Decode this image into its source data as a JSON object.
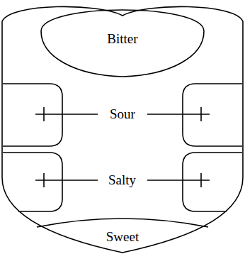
{
  "diagram": {
    "nodes": [
      {
        "text": [
          "Bitter"
        ]
      },
      {
        "text": [
          "Sweet"
        ]
      }
    ],
    "labels": [
      "Sour",
      "Salty"
    ]
  }
}
